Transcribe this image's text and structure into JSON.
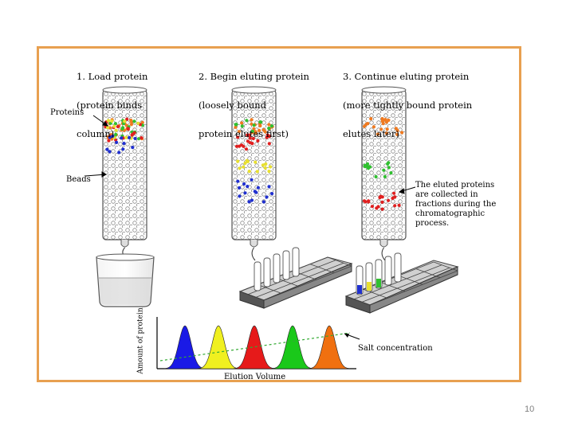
{
  "diagram": {
    "steps": [
      {
        "line1": "1. Load protein",
        "line2": "(protein binds",
        "line3": "column)"
      },
      {
        "line1": "2. Begin eluting protein",
        "line2": "(loosely bound",
        "line3": "protein elutes first)"
      },
      {
        "line1": "3. Continue eluting protein",
        "line2": "(more tightly bound protein",
        "line3": "elutes later)"
      }
    ],
    "labels": {
      "proteins": "Proteins",
      "beads": "Beads",
      "eluted_note": "The eluted proteins\nare collected in\nfractions during the\nchromatographic\nprocess.",
      "y_axis": "Amount of protein",
      "x_axis": "Elution Volume",
      "salt": "Salt concentration"
    },
    "peak_colors": [
      "#1a1ae6",
      "#f0f020",
      "#e61a1a",
      "#1ac81a",
      "#f07010"
    ],
    "protein_colors": {
      "orange": "#f07a20",
      "green": "#30c030",
      "red": "#e02020",
      "yellow": "#e8e030",
      "blue": "#2030d0"
    }
  },
  "slide_number": "10"
}
